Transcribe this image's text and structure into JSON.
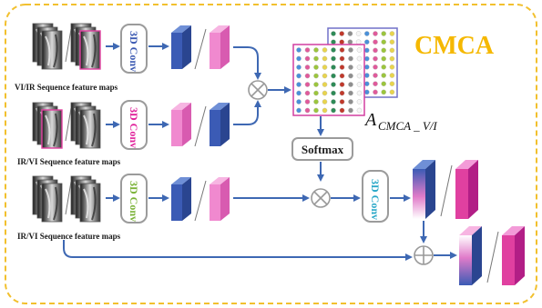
{
  "title": "CMCA",
  "colors": {
    "border": "#F2C02E",
    "title": "#F5B800",
    "arrow": "#3E68B3",
    "blue": "#3B5BB5",
    "pink": "#F089CF",
    "magenta": "#E040A0",
    "conv_blue": "#3B59B2",
    "conv_magenta": "#E0209A",
    "conv_green": "#7AB237",
    "conv_teal": "#2AA8C8",
    "box_stroke": "#9B9B9B",
    "attn_border_back": "#D23FA0",
    "attn_border_front": "#7070C8"
  },
  "rows": [
    {
      "caption": "VI/IR Sequence feature maps",
      "conv_label": "3D Conv"
    },
    {
      "caption": "IR/VI Sequence feature maps",
      "conv_label": "3D Conv"
    },
    {
      "caption": "IR/VI Sequence feature maps",
      "conv_label": "3D Conv"
    }
  ],
  "final_conv_label": "3D Conv",
  "softmax_label": "Softmax",
  "attention_map": {
    "symbol": "A",
    "subscript": "CMCA _ V/I",
    "dot_colors": [
      "#9BC53D",
      "#E8D44D",
      "#4A90D9",
      "#E05A9B",
      "#8E8E8E",
      "#F6F6F6",
      "#2E8B57",
      "#C0392B"
    ]
  },
  "operators": {
    "multiply": "⊗",
    "add": "⊕"
  }
}
